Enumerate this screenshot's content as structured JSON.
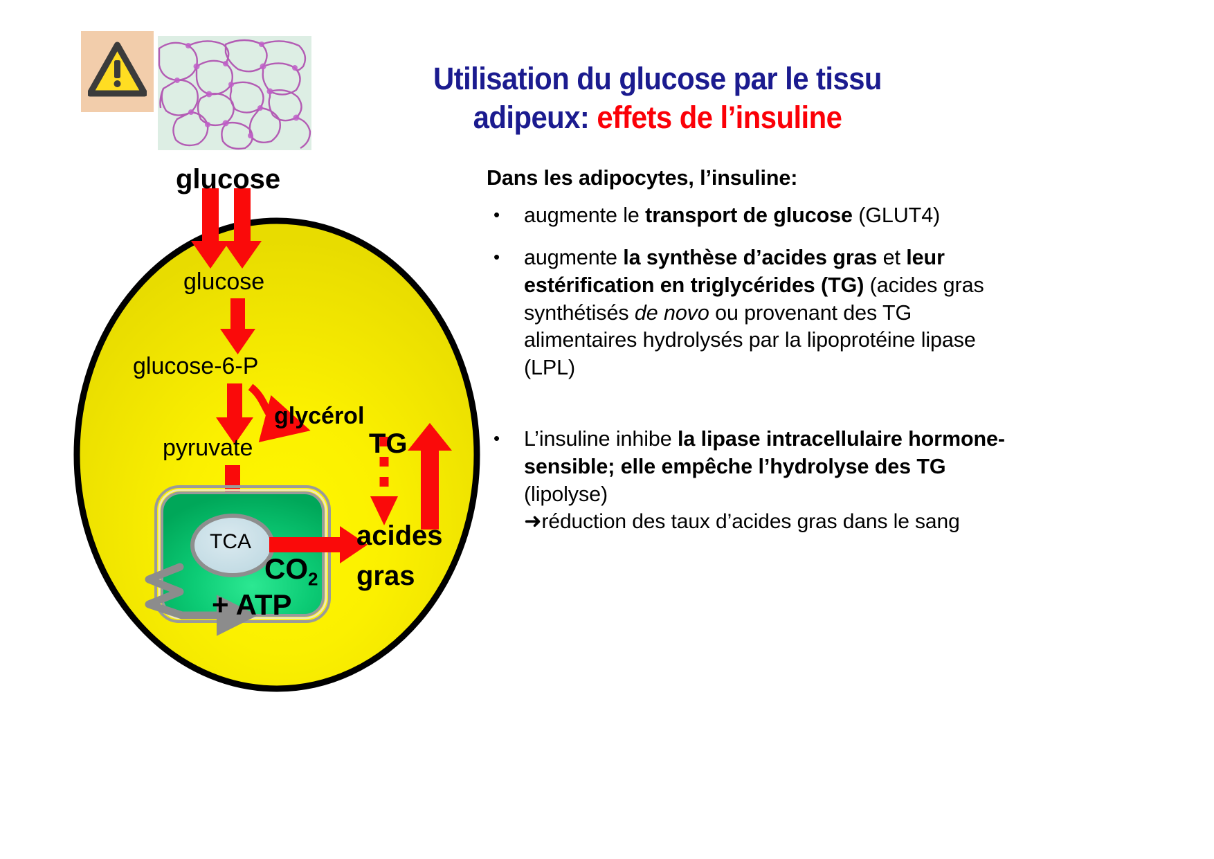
{
  "slide": {
    "title_line1": "Utilisation du glucose par le tissu",
    "title_line2_blue": "adipeux:",
    "title_line2_red": "effets de l’insuline"
  },
  "thumbnails": {
    "warning": "warning-triangle-icon",
    "histology": "adipose-tissue-micrograph"
  },
  "diagram": {
    "external_glucose": "glucose",
    "internal_glucose": "glucose",
    "glucose6p": "glucose-6-P",
    "pyruvate": "pyruvate",
    "glycerol": "glycérol",
    "tg": "TG",
    "acides": "acides",
    "gras": "gras",
    "tca": "TCA",
    "co2": "CO",
    "co2_sub": "2",
    "atp": "+ ATP",
    "colors": {
      "cell_fill": "#f2e600",
      "cell_fill_center": "#fff700",
      "cell_stroke": "#000000",
      "mito_fill": "#00b962",
      "mito_fill_center": "#25e08c",
      "mito_stroke": "#8c8c8c",
      "tca_fill": "#c5dee5",
      "arrow_red": "#fa0a0a",
      "arrow_gray": "#8c8c8c"
    }
  },
  "text": {
    "lead": "Dans les adipocytes, l’insuline:",
    "bullet_marker": "•",
    "arrow_marker": "➜",
    "bullets": [
      {
        "runs": [
          {
            "t": "augmente le ",
            "style": "normal"
          },
          {
            "t": "transport de glucose",
            "style": "bold"
          },
          {
            "t": " (GLUT4)",
            "style": "normal"
          }
        ]
      },
      {
        "runs": [
          {
            "t": "augmente ",
            "style": "normal"
          },
          {
            "t": "la synthèse d’acides gras",
            "style": "bold"
          },
          {
            "t": " et ",
            "style": "normal"
          },
          {
            "t": "leur estérification en triglycérides (TG)",
            "style": "bold"
          },
          {
            "t": " (acides gras synthétisés ",
            "style": "normal"
          },
          {
            "t": "de novo",
            "style": "italic"
          },
          {
            "t": " ou provenant des TG alimentaires hydrolysés par la lipoprotéine lipase (LPL)",
            "style": "normal"
          }
        ]
      },
      {
        "runs": [
          {
            "t": "L’insuline inhibe ",
            "style": "normal"
          },
          {
            "t": "la lipase intracellulaire hormone-sensible; elle empêche l’hydrolyse des TG",
            "style": "bold"
          },
          {
            "t": " (lipolyse)",
            "style": "normal"
          }
        ],
        "tail": "réduction des taux d’acides gras dans le sang"
      }
    ]
  }
}
